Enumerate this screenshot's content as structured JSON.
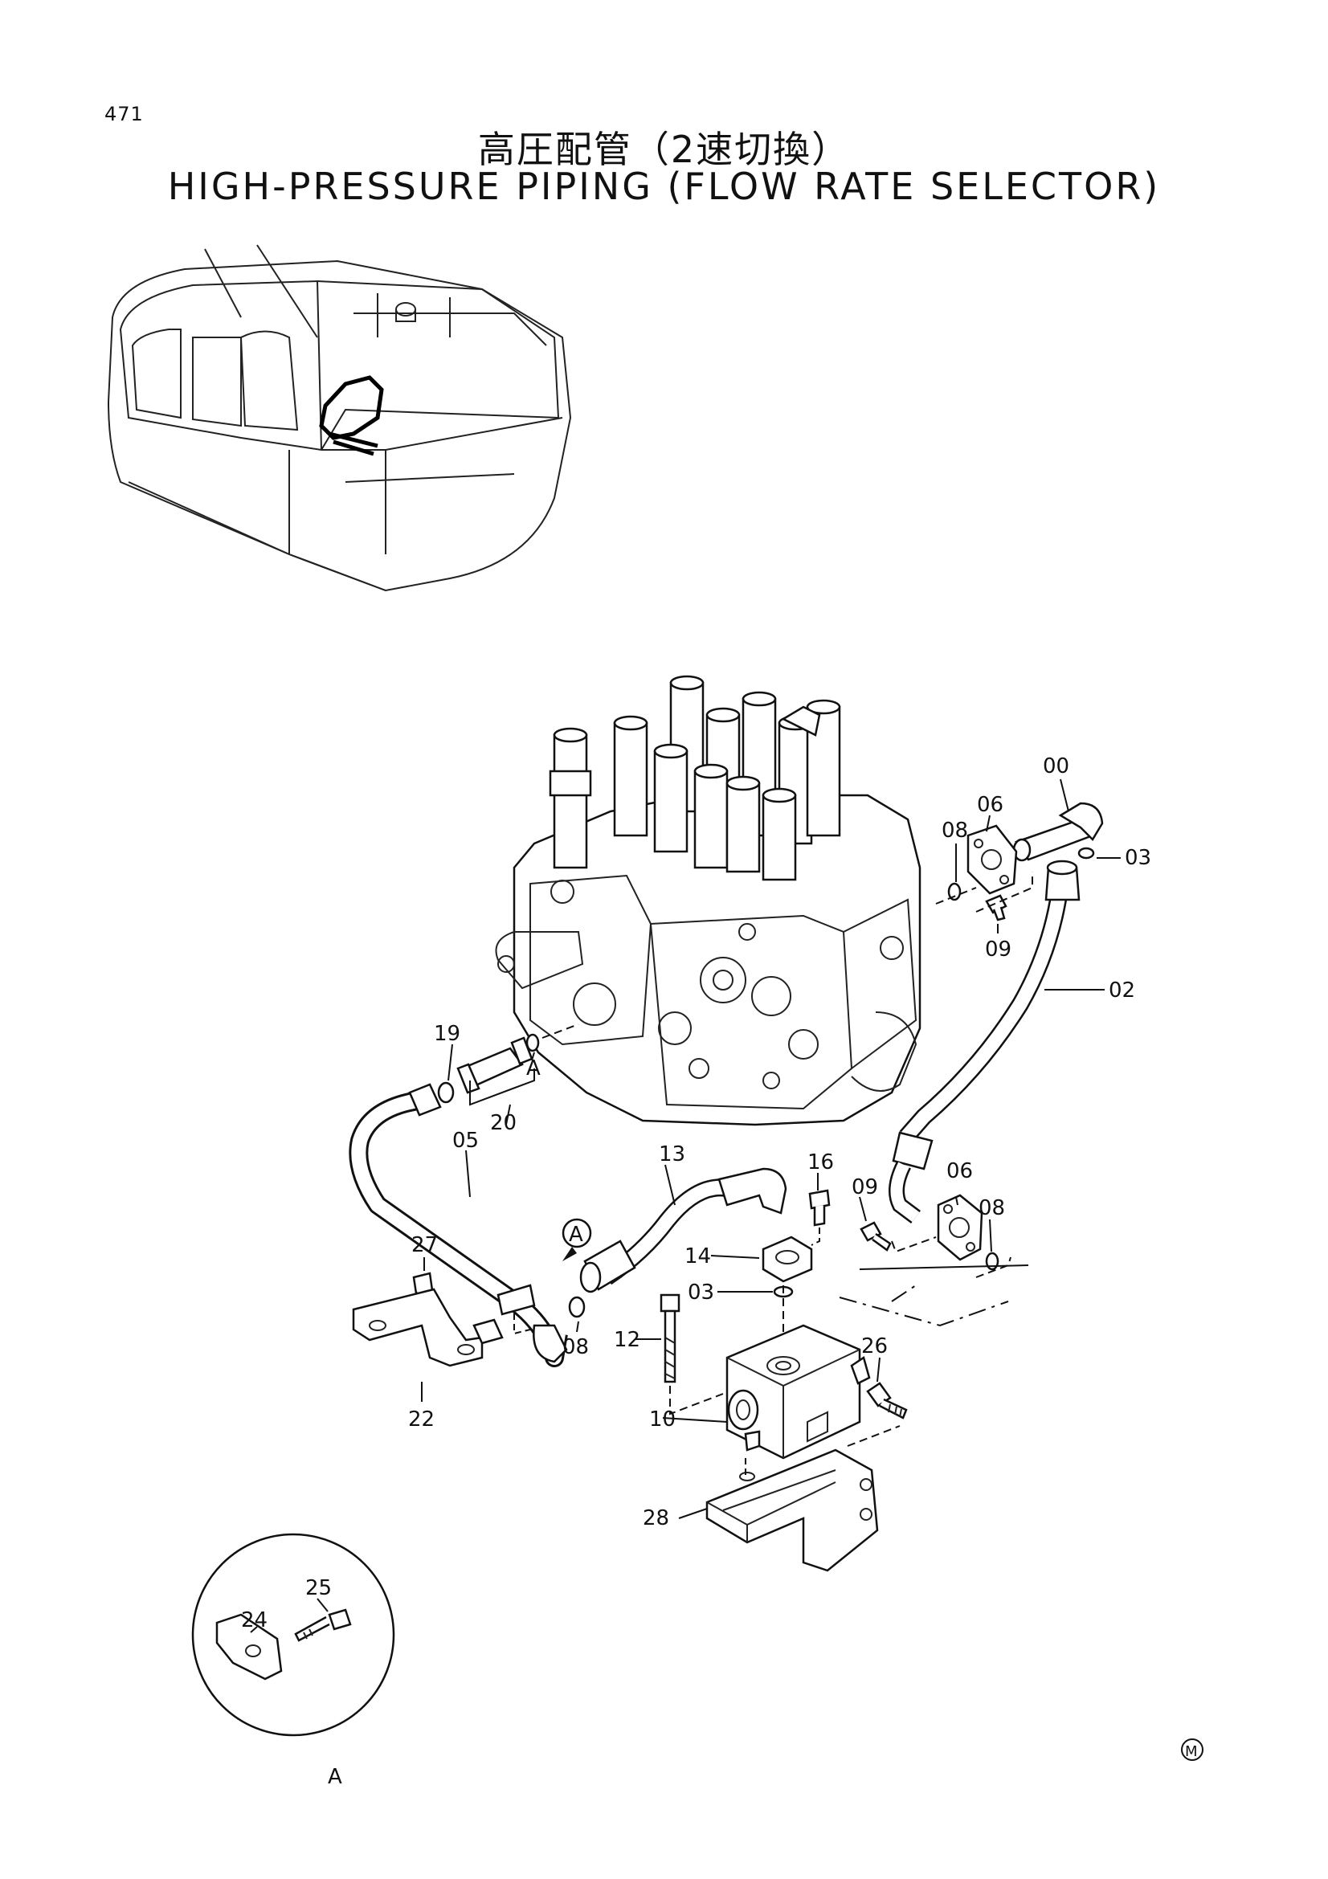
{
  "page_number": "471",
  "title_jp": "高圧配管（2速切換）",
  "title_en": "HIGH-PRESSURE PIPING (FLOW RATE SELECTOR)",
  "view_marker": "A",
  "detail_view_label": "A",
  "makers_mark": "M",
  "part_labels": {
    "p00": "00",
    "p02": "02",
    "p03a": "03",
    "p03b": "03",
    "p05": "05",
    "p06a": "06",
    "p06b": "06",
    "p08a": "08",
    "p08b": "08",
    "p08c": "08",
    "p09a": "09",
    "p09b": "09",
    "p10": "10",
    "p12": "12",
    "p13": "13",
    "p14": "14",
    "p16": "16",
    "p19": "19",
    "p20": "20",
    "p22": "22",
    "p24": "24",
    "p25": "25",
    "p26": "26",
    "p27": "27",
    "p28": "28"
  }
}
